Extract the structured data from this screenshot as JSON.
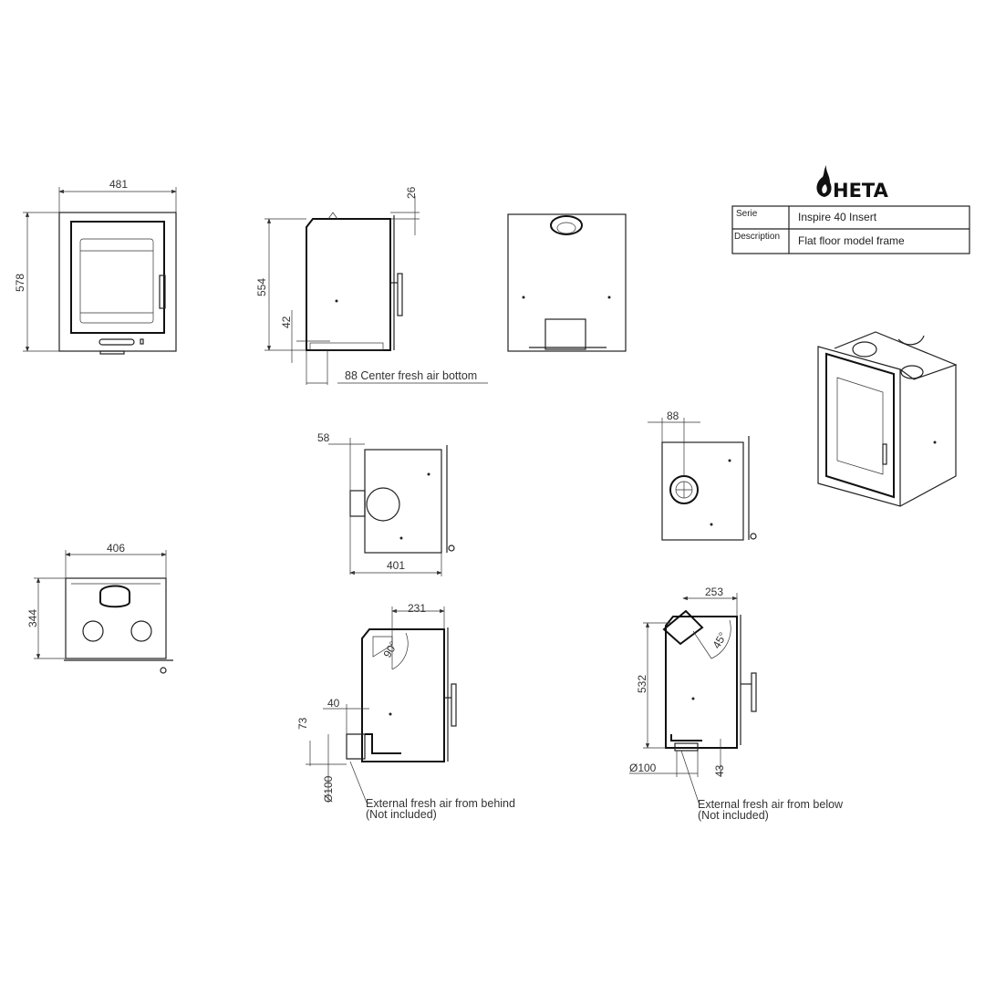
{
  "brand": {
    "logo_text": "HETA"
  },
  "title_block": {
    "rows": [
      {
        "label": "Serie",
        "value": "Inspire 40 Insert"
      },
      {
        "label": "Description",
        "value": "Flat floor model frame"
      }
    ]
  },
  "views": {
    "front": {
      "width": "481",
      "height": "578"
    },
    "side": {
      "height": "554",
      "top_offset": "26",
      "bottom_offset": "42",
      "note": "88 Center fresh air bottom"
    },
    "top": {
      "width": "406",
      "depth": "344"
    },
    "bottom_rear": {
      "offset": "58",
      "width": "401"
    },
    "bottom_below": {
      "offset": "88"
    },
    "section_behind": {
      "depth": "231",
      "angle": "90°",
      "offset": "40",
      "height": "73",
      "diameter": "Ø100",
      "note_line1": "External fresh air from behind",
      "note_line2": "(Not included)"
    },
    "section_below": {
      "depth": "253",
      "angle": "45°",
      "height": "532",
      "diameter": "Ø100",
      "offset": "43",
      "note_line1": "External fresh air from below",
      "note_line2": "(Not included)"
    }
  }
}
